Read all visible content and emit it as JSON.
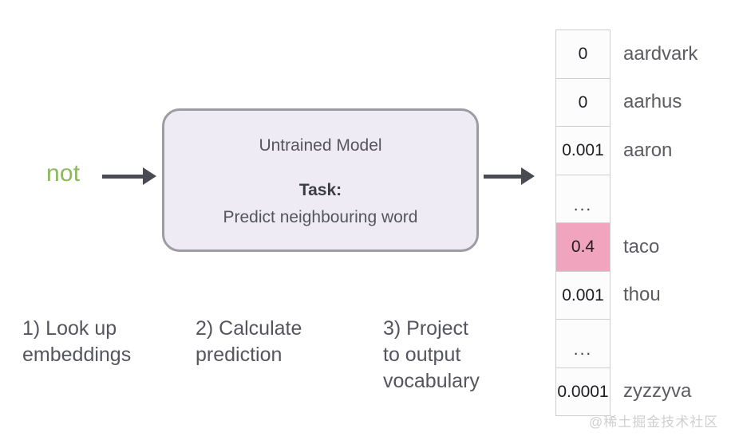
{
  "diagram": {
    "input_word": "not",
    "model_box": {
      "title": "Untrained Model",
      "task_label": "Task:",
      "task_description": "Predict neighbouring word"
    },
    "steps": [
      {
        "id": "step-1",
        "text": "1) Look up\nembeddings"
      },
      {
        "id": "step-2",
        "text": "2) Calculate\nprediction"
      },
      {
        "id": "step-3",
        "text": "3) Project\nto output\nvocabulary"
      }
    ],
    "arrows": [
      {
        "name": "input-arrow",
        "direction": "right"
      },
      {
        "name": "output-arrow",
        "direction": "right"
      }
    ],
    "output_vocabulary": {
      "rows": [
        {
          "value": "0",
          "word": "aardvark",
          "highlighted": false
        },
        {
          "value": "0",
          "word": "aarhus",
          "highlighted": false
        },
        {
          "value": "0.001",
          "word": "aaron",
          "highlighted": false
        },
        {
          "value": "...",
          "word": "",
          "highlighted": false
        },
        {
          "value": "0.4",
          "word": "taco",
          "highlighted": true
        },
        {
          "value": "0.001",
          "word": "thou",
          "highlighted": false
        },
        {
          "value": "...",
          "word": "",
          "highlighted": false
        },
        {
          "value": "0.0001",
          "word": "zyzzyva",
          "highlighted": false
        }
      ]
    },
    "watermark": "@稀土掘金技术社区",
    "colors": {
      "input_word": "#8cb75c",
      "model_box_fill": "#eeebf5",
      "model_box_border": "#9c9ca3",
      "arrow": "#4a4a52",
      "highlight_row": "#f0a4bd",
      "text_gray": "#55555f",
      "table_border": "#cfcfcf",
      "background": "#ffffff"
    }
  }
}
